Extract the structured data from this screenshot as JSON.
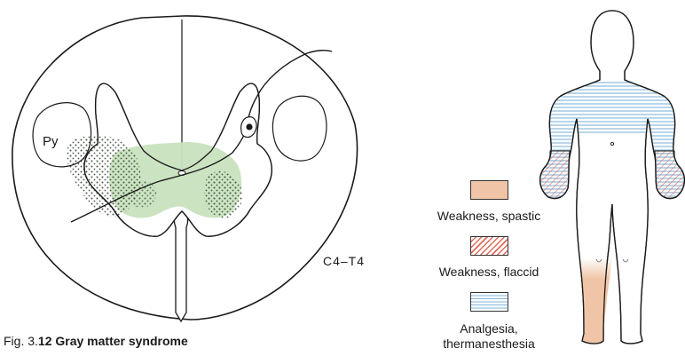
{
  "spinal_cord": {
    "tract_label": "Py",
    "level_label": "C4–T4"
  },
  "caption": {
    "prefix": "Fig. 3.",
    "bold": "12 Gray matter syndrome"
  },
  "legend": [
    {
      "label": "Weakness, spastic",
      "pattern": "solid",
      "color": "#f0c4a6"
    },
    {
      "label": "Weakness, flaccid",
      "pattern": "diagonal-hatch",
      "color": "#e06a5a"
    },
    {
      "label": "Analgesia, thermanesthesia",
      "label_line1": "Analgesia,",
      "label_line2": "thermanesthesia",
      "pattern": "horizontal-lines",
      "color": "#7fb3d9"
    }
  ],
  "colors": {
    "gray_matter_fill": "#c9e2be",
    "outline": "#1a1a1a",
    "spastic": "#f0c4a6",
    "flaccid_hatch": "#e06a5a",
    "analgesia_lines": "#7fb3d9"
  }
}
